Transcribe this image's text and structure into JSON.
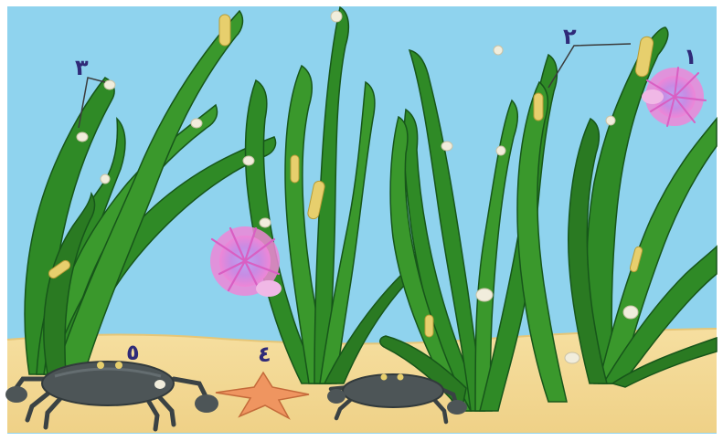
{
  "colors": {
    "frame": "#ffffff",
    "water": "#8fd3ee",
    "sand": "#f3d991",
    "sand_shadow": "#e2c070",
    "seagrass_dark": "#1f6f1c",
    "seagrass_light": "#66b13a",
    "anemone": "#e58ad9",
    "anemone_center": "#a98ae9",
    "crab": "#4d5557",
    "starfish": "#ef9560",
    "label": "#2f2a78",
    "pointer": "#3b3b3b"
  },
  "labels": [
    "١",
    "٢",
    "٣",
    "٤",
    "٥"
  ]
}
